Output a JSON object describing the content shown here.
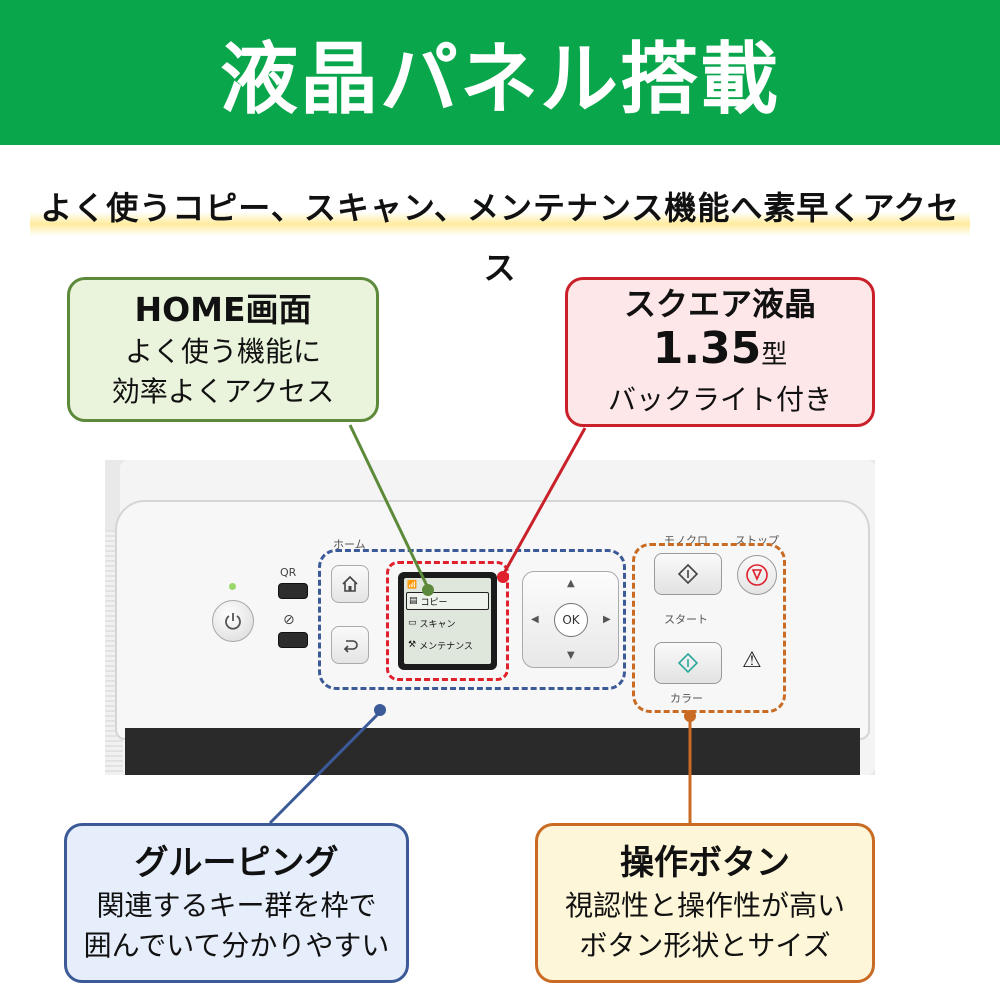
{
  "banner": {
    "title": "液晶パネル搭載"
  },
  "subtitle": "よく使うコピー、スキャン、メンテナンス機能へ素早くアクセス",
  "callouts": {
    "home": {
      "title": "HOME画面",
      "line1": "よく使う機能に",
      "line2": "効率よくアクセス"
    },
    "lcd": {
      "title": "スクエア液晶",
      "size": "1.35",
      "unit": "型",
      "line1": "バックライト付き"
    },
    "grouping": {
      "title": "グルーピング",
      "line1": "関連するキー群を枠で",
      "line2": "囲んでいて分かりやすい"
    },
    "buttons": {
      "title": "操作ボタン",
      "line1": "視認性と操作性が高い",
      "line2": "ボタン形状とサイズ"
    }
  },
  "panel": {
    "home_label": "ホーム",
    "qr_label": "QR",
    "ok_label": "OK",
    "mono_label": "モノクロ",
    "stop_label": "ストップ",
    "start_label": "スタート",
    "color_label": "カラー",
    "lcd_menu": [
      "コピー",
      "スキャン",
      "メンテナンス"
    ]
  },
  "colors": {
    "banner": "#0aa64b",
    "home": "#5d8a3a",
    "lcd": "#c9202a",
    "grouping": "#3c5a97",
    "buttons": "#c96b22"
  }
}
